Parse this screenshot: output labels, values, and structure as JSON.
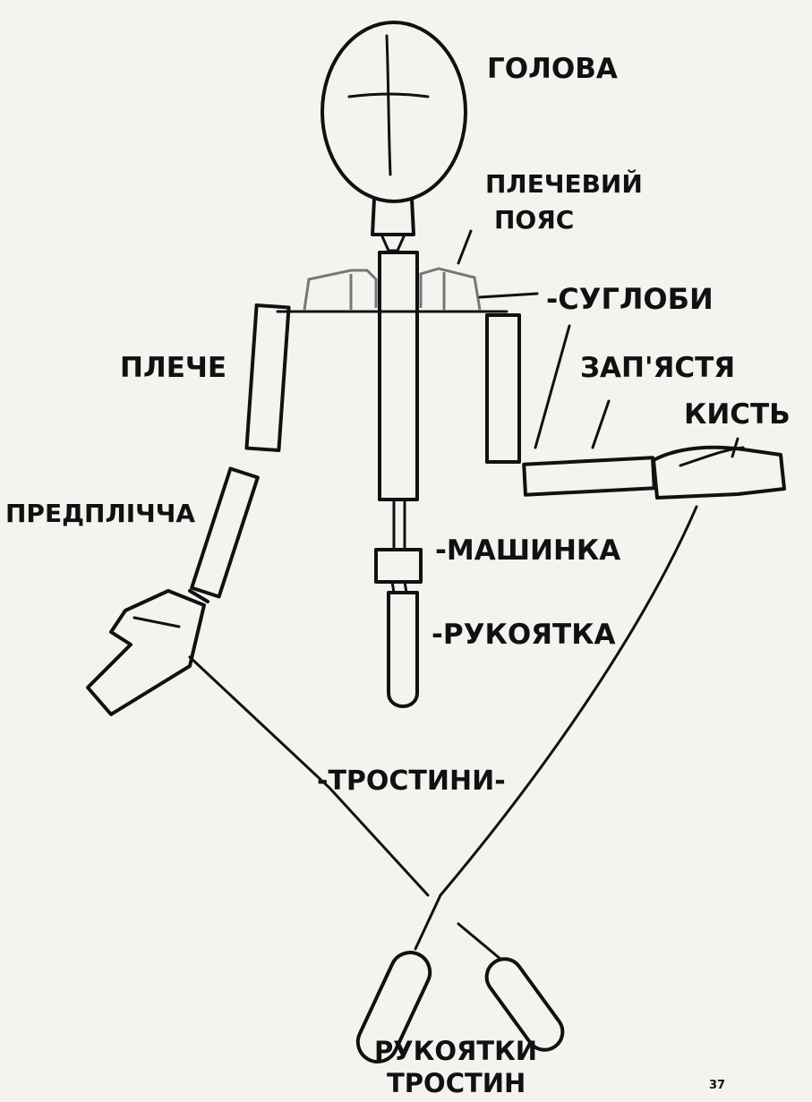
{
  "labels": {
    "head": "ГОЛОВА",
    "shoulder_girdle_1": "ПЛЕЧЕВИЙ",
    "shoulder_girdle_2": "ПОЯС",
    "joints": "-СУГЛОБИ",
    "upper_arm": "ПЛЕЧЕ",
    "wrist": "ЗАП'ЯСТЯ",
    "hand": "КИСТЬ",
    "forearm": "ПРЕДПЛІЧЧА",
    "mechanism": "-МАШИНКА",
    "handle": "-РУКОЯТКА",
    "rods": "-ТРОСТИНИ-",
    "rod_handles_1": "РУКОЯТКИ",
    "rod_handles_2": "ТРОСТИН",
    "page_number": "37"
  }
}
